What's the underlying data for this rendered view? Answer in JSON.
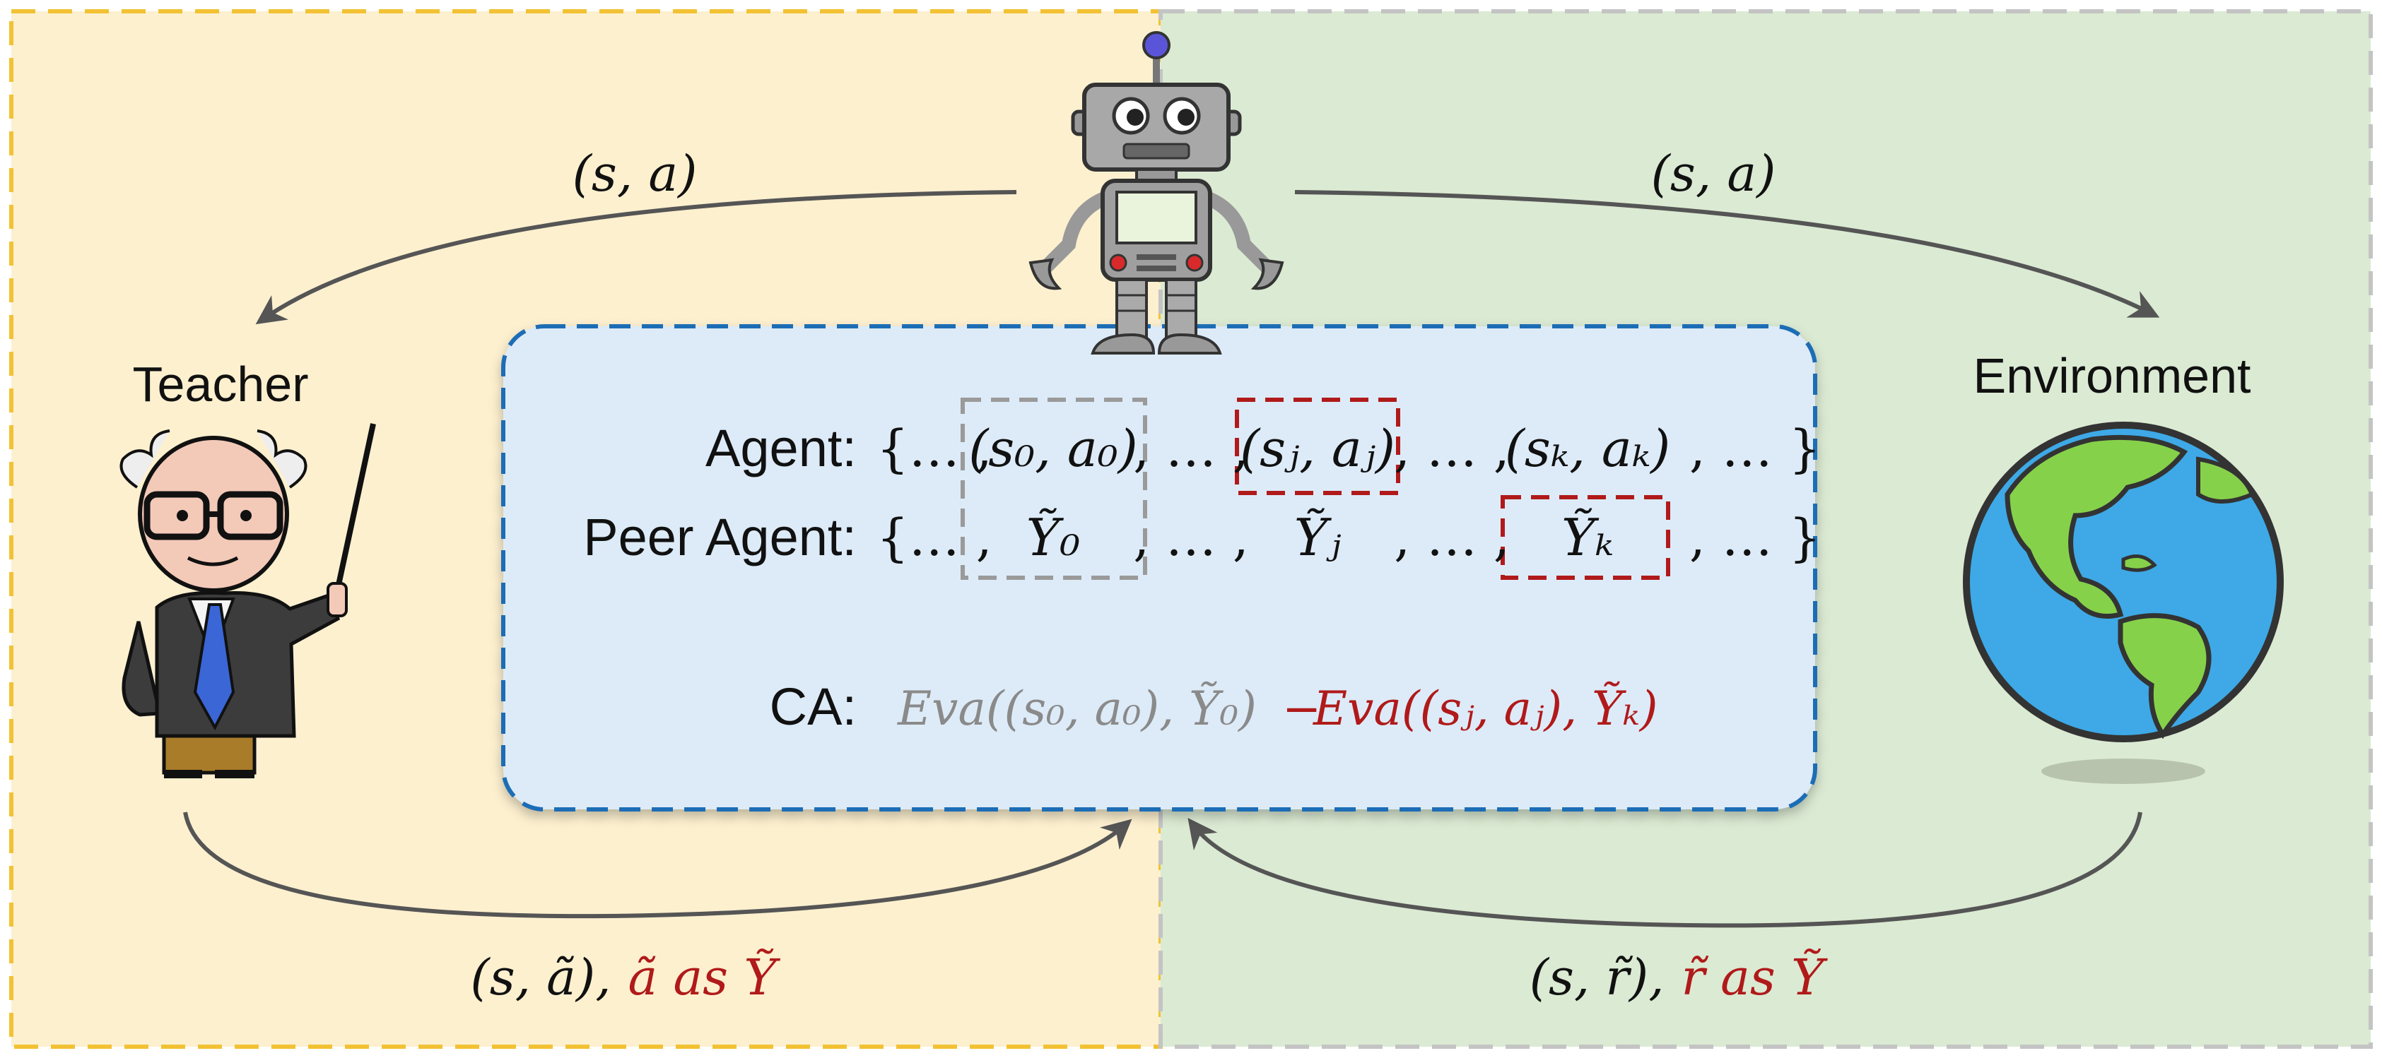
{
  "labels": {
    "teacher": "Teacher",
    "environment": "Environment",
    "agent": "Agent:",
    "peer_agent": "Peer Agent:",
    "ca": "CA:"
  },
  "edges": {
    "robot_to_teacher": "(s, a)",
    "robot_to_environment": "(s, a)",
    "teacher_feedback_pair": "(s, ã),",
    "teacher_feedback_note": "ã as Ỹ",
    "environment_feedback_pair": "(s, r̃),",
    "environment_feedback_note": "r̃ as Ỹ"
  },
  "sequences": {
    "agent": [
      "{… ,",
      "(s₀, a₀)",
      ", … ,",
      "(sⱼ, aⱼ)",
      ", … ,",
      "(sₖ, aₖ)",
      ", … }"
    ],
    "peer": [
      "{… ,",
      "Ỹ₀",
      ", … ,",
      "Ỹⱼ",
      ", … ,",
      "Ỹₖ",
      ", … }"
    ]
  },
  "ca_formula": {
    "term_1": "Eva((s₀, a₀), Ỹ₀)",
    "operator": "−",
    "term_2": "Eva((sⱼ, aⱼ), Ỹₖ)"
  },
  "colors": {
    "teacher_panel": "#fdf0cf",
    "teacher_border": "#f2c234",
    "environment_panel": "#dbead3",
    "environment_border": "#c4c4c4",
    "center_box": "#ddebf8",
    "center_border": "#1f6db5",
    "highlight_grey": "#9a9a9a",
    "highlight_red": "#b01a1a",
    "arrow": "#555555"
  },
  "icons": [
    "robot-icon",
    "teacher-icon",
    "globe-icon"
  ]
}
